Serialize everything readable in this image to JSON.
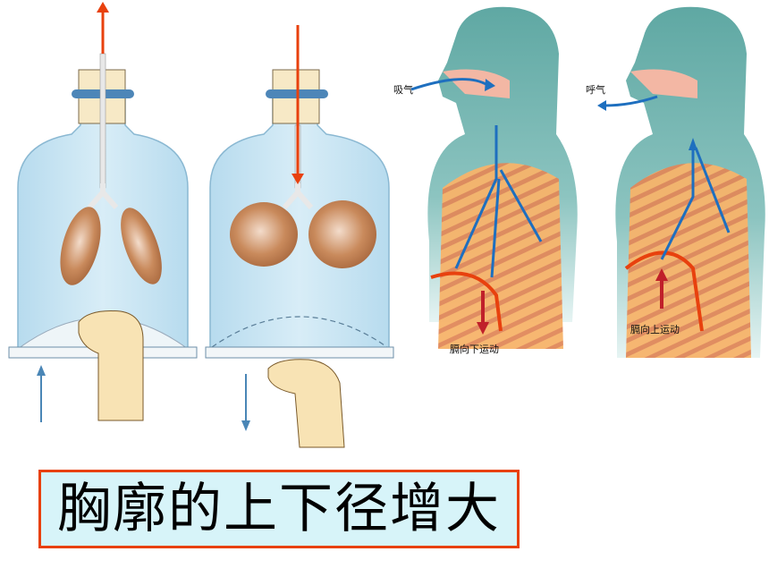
{
  "labels": {
    "inhale": "吸气",
    "exhale": "呼气",
    "diaphragm_down": "膈向下运动",
    "diaphragm_up": "膈向上运动"
  },
  "caption": "胸廓的上下径增大",
  "colors": {
    "arrow_red": "#e8410e",
    "arrow_blue": "#1e6fbf",
    "caption_border": "#e8410e",
    "caption_bg": "#d7f4f9",
    "jar_fill": "#cfe8f4",
    "lung": "#c98a5c"
  }
}
